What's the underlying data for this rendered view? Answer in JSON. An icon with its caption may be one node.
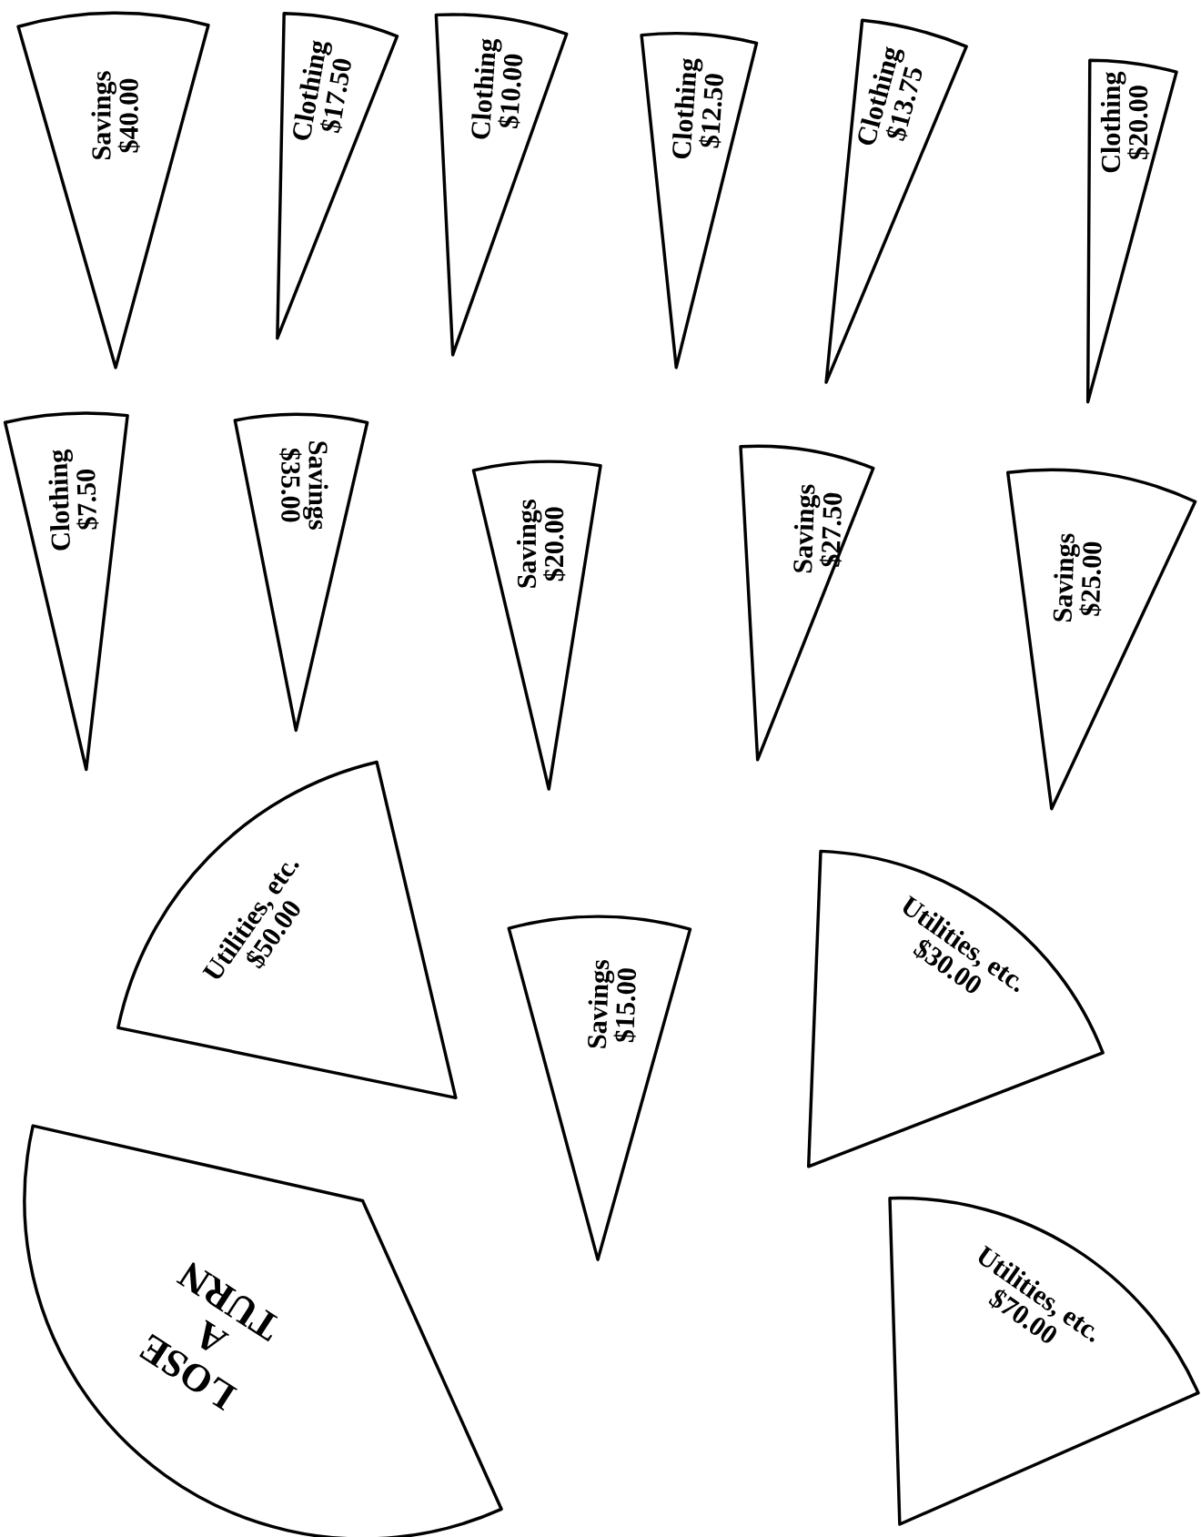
{
  "diagram": {
    "nodes": [
      {
        "text": [
          "Savings",
          "$40.00"
        ]
      },
      {
        "text": [
          "Clothing",
          "$17.50"
        ]
      },
      {
        "text": [
          "Clothing",
          "$10.00"
        ]
      },
      {
        "text": [
          "Clothing",
          "$12.50"
        ]
      },
      {
        "text": [
          "Clothing",
          "$13.75"
        ]
      },
      {
        "text": [
          "Clothing",
          "$20.00"
        ]
      },
      {
        "text": [
          "Clothing",
          "$7.50"
        ]
      },
      {
        "text": [
          "Savings",
          "$35.00"
        ]
      },
      {
        "text": [
          "Savings",
          "$20.00"
        ]
      },
      {
        "text": [
          "Savings",
          "$27.50"
        ]
      },
      {
        "text": [
          "Savings",
          "$25.00"
        ]
      },
      {
        "text": [
          "Utilities, etc.",
          "$50.00"
        ]
      },
      {
        "text": [
          "Savings",
          "$15.00"
        ]
      },
      {
        "text": [
          "Utilities, etc.",
          "$30.00"
        ]
      },
      {
        "text": [
          "LOSE A TURN"
        ]
      },
      {
        "text": [
          "Utilities, etc.",
          "$70.00"
        ]
      }
    ]
  }
}
